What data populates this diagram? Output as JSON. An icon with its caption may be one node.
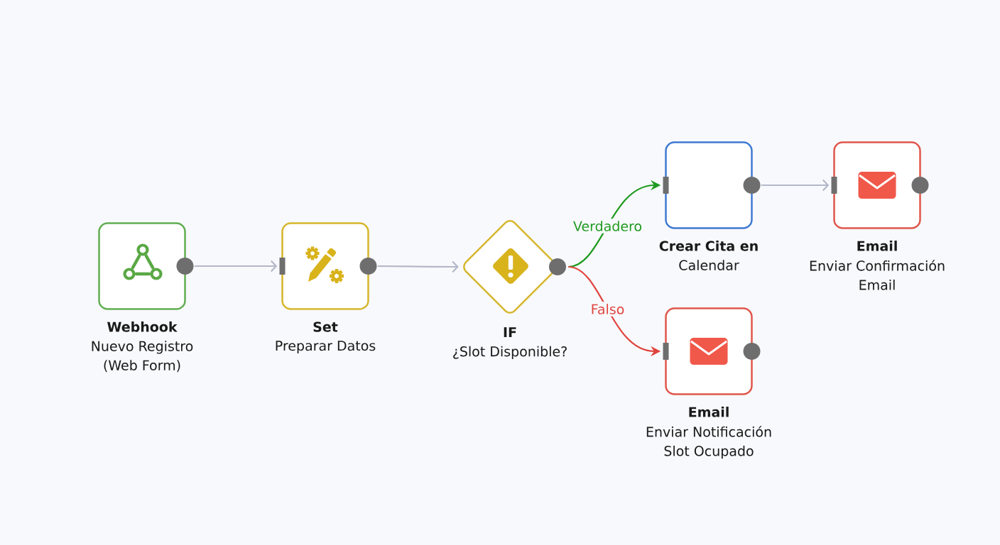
{
  "diagram": {
    "nodes": [
      {
        "text": [
          "Webhook",
          "Nuevo Registro (Web Form)"
        ]
      },
      {
        "text": [
          "Set",
          "Preparar Datos"
        ]
      },
      {
        "text": [
          "IF",
          "¿Slot Disponible?"
        ]
      },
      {
        "text": [
          "Crear Cita en",
          "Calendar"
        ]
      },
      {
        "text": [
          "Email",
          "Enviar Confirmación Email"
        ]
      },
      {
        "text": [
          "Email",
          "Enviar Notificación Slot Ocupado"
        ]
      }
    ],
    "edges": [
      {
        "from": 0,
        "to": 1,
        "arrow": "to"
      },
      {
        "from": 1,
        "to": 2,
        "arrow": "to"
      },
      {
        "from": 2,
        "to": 3,
        "arrow": "to",
        "label": "Verdadero",
        "color": "#1f9a1f"
      },
      {
        "from": 2,
        "to": 5,
        "arrow": "to",
        "label": "Falso",
        "color": "#e0443e"
      },
      {
        "from": 3,
        "to": 4,
        "arrow": "to"
      }
    ]
  }
}
